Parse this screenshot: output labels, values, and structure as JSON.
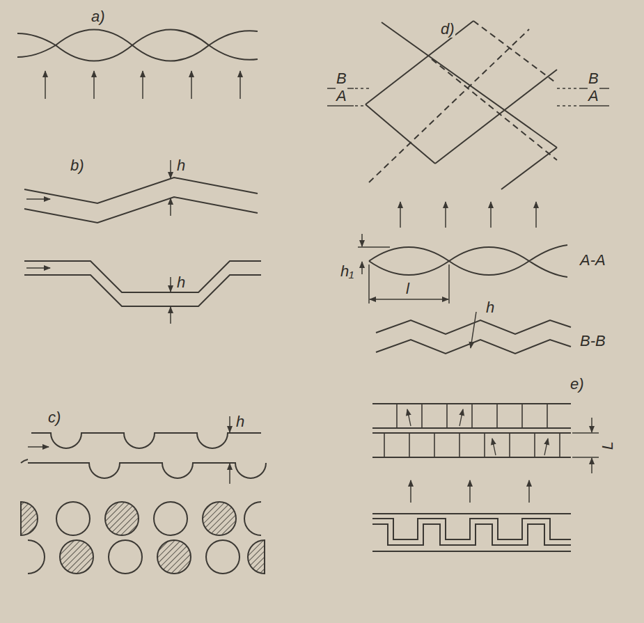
{
  "diagram": {
    "labels": [
      "a)",
      "b)",
      "h",
      "h",
      "c)",
      "h",
      "d)",
      "B",
      "A",
      "B",
      "A",
      "h₁",
      "l",
      "A-A",
      "h",
      "B-B",
      "e)",
      "L"
    ]
  }
}
